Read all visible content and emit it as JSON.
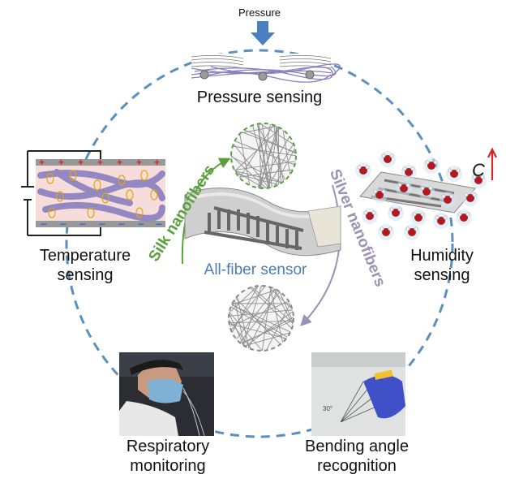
{
  "pressure_arrow_label": "Pressure",
  "labels": {
    "pressure_sensing": "Pressure sensing",
    "temperature_sensing": [
      "Temperature",
      "sensing"
    ],
    "humidity_sensing": [
      "Humidity",
      "sensing"
    ],
    "respiratory_monitoring": [
      "Respiratory",
      "monitoring"
    ],
    "bending_angle_recognition": [
      "Bending angle",
      "recognition"
    ],
    "center": "All-fiber sensor",
    "silk": "Silk nanofibers",
    "silver": "Silver nanofibers",
    "concentration_symbol": "C"
  },
  "colors": {
    "ring": "#5b8fbf",
    "pressure_arrow": "#4a7fc0",
    "silk": "#5aa03a",
    "silver": "#9a93b3",
    "center_text": "#4a7bb8",
    "fiber_purple": "#8a80c0",
    "water_red": "#b01b22"
  }
}
